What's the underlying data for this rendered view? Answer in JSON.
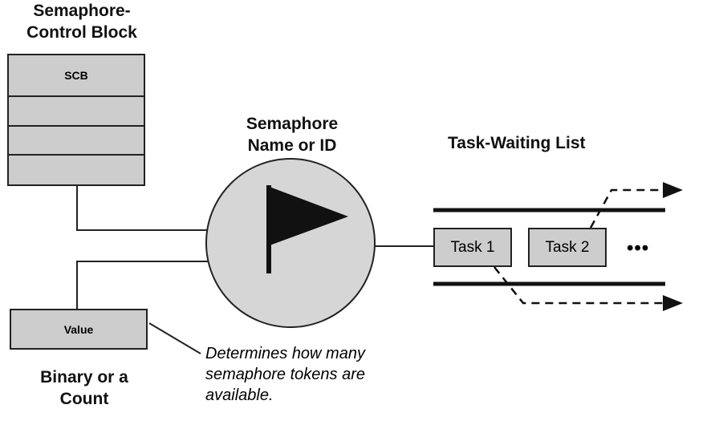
{
  "scb": {
    "title_line1": "Semaphore-",
    "title_line2": "Control Block",
    "header_label": "SCB"
  },
  "value_box": {
    "label": "Value",
    "caption_line1": "Binary or a",
    "caption_line2": "Count"
  },
  "semaphore": {
    "title_line1": "Semaphore",
    "title_line2": "Name or ID",
    "icon": "flag-icon"
  },
  "task_waiting_list": {
    "title": "Task-Waiting List",
    "tasks": [
      "Task 1",
      "Task 2"
    ],
    "ellipsis": "•••"
  },
  "note": {
    "line1": "Determines how many",
    "line2": "semaphore tokens are",
    "line3": "available."
  },
  "colors": {
    "box_fill": "#cdcdcd",
    "circle_fill": "#d6d6d6",
    "stroke": "#222222"
  }
}
